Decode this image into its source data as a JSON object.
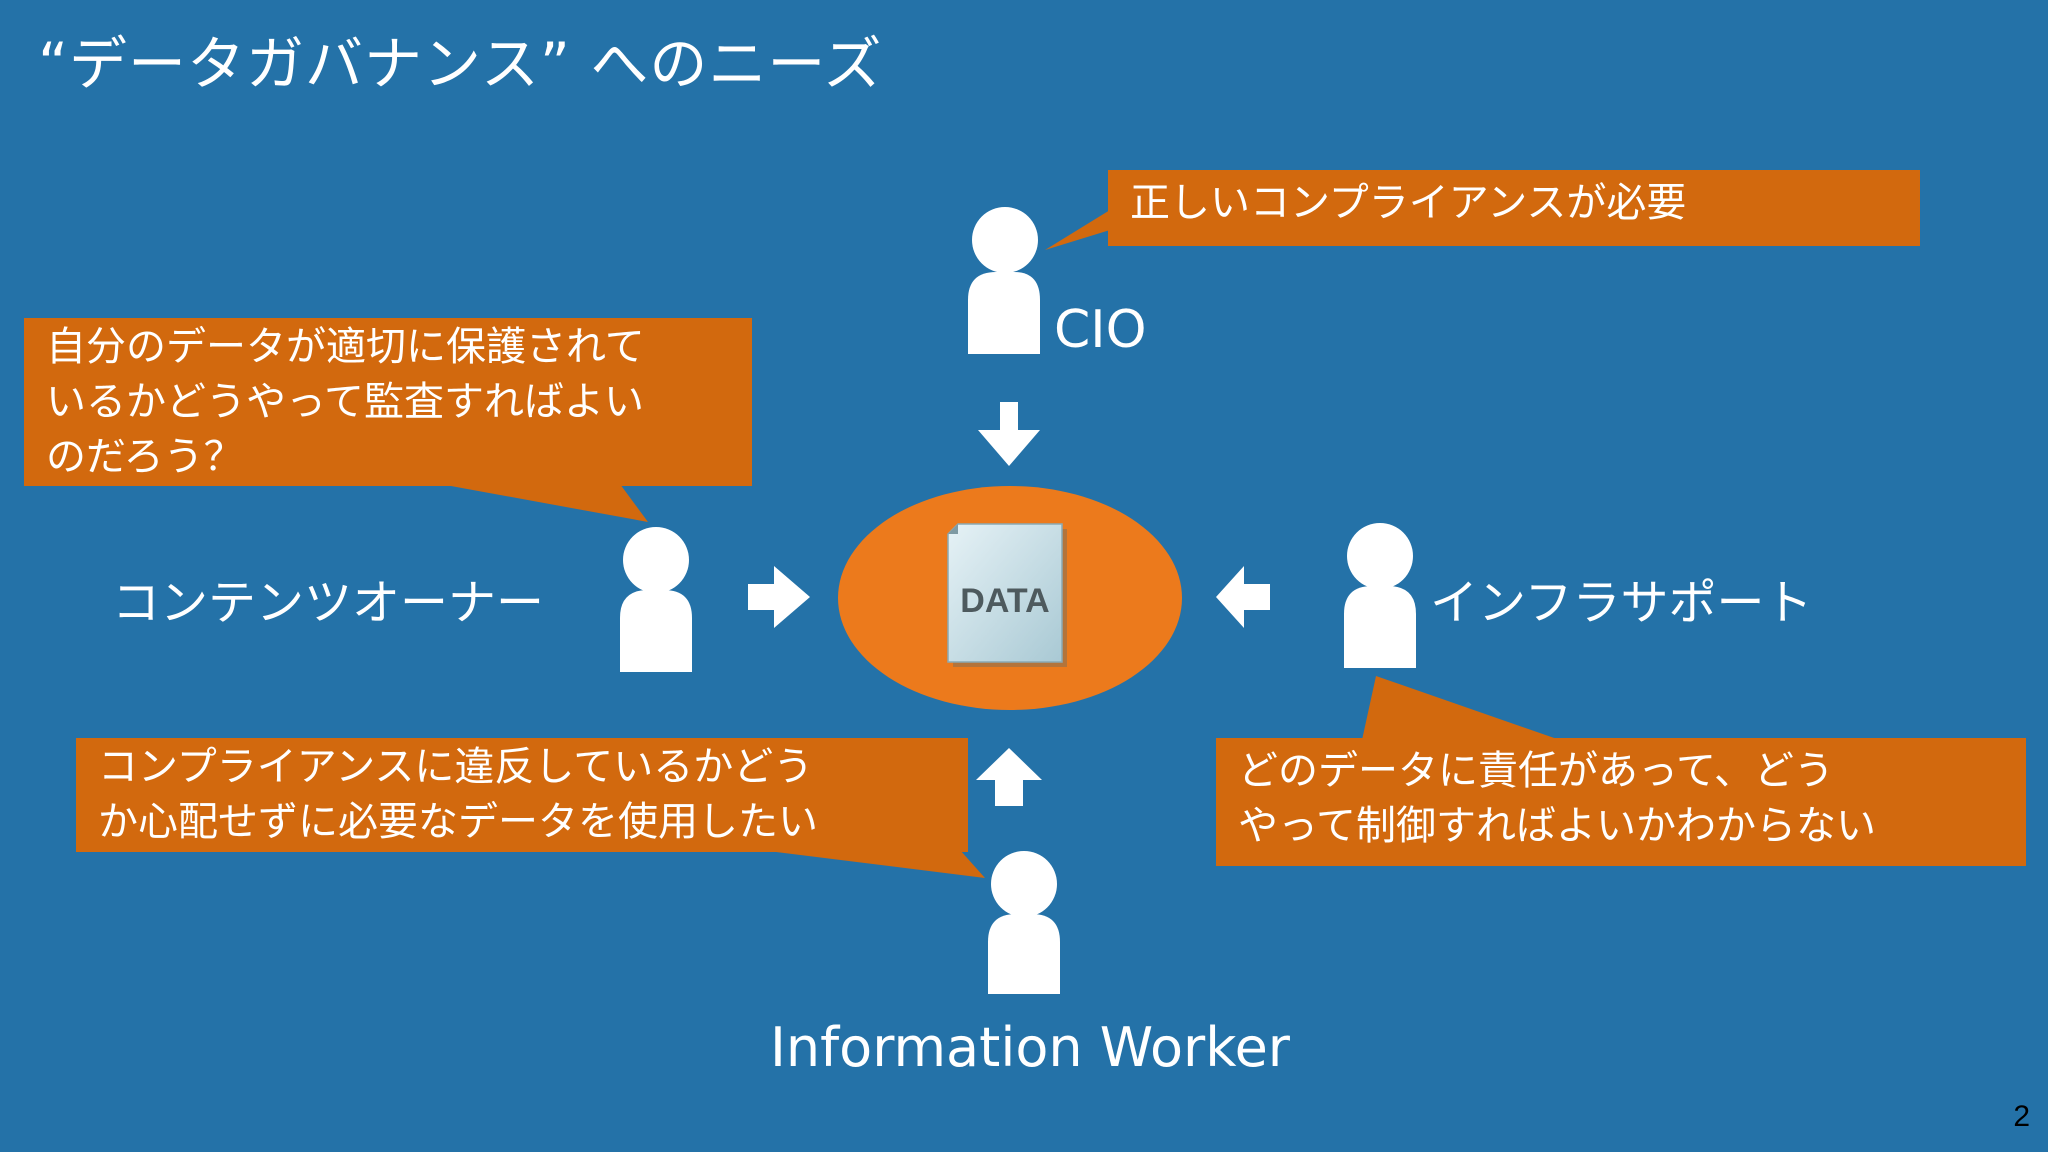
{
  "slide": {
    "title": "“データガバナンス” へのニーズ",
    "page_number": "2"
  },
  "center": {
    "document_label": "DATA"
  },
  "roles": {
    "cio": {
      "label": "CIO",
      "callout": "正しいコンプライアンスが必要"
    },
    "content_owner": {
      "label": "コンテンツオーナー",
      "callout": "自分のデータが適切に保護されて\nいるかどうやって監査すればよい\nのだろう？"
    },
    "infra_support": {
      "label": "インフラサポート",
      "callout": "どのデータに責任があって、どう\nやって制御すればよいかわからない"
    },
    "information_worker": {
      "label": "Information Worker",
      "callout": "コンプライアンスに違反しているかどう\nか心配せずに必要なデータを使用したい"
    }
  },
  "colors": {
    "background": "#2472a8",
    "callout": "#d2690e",
    "ellipse": "#ec7a1c",
    "person": "#ffffff",
    "arrow": "#ffffff"
  },
  "icons": {
    "person": "person-icon",
    "document": "document-icon",
    "arrow": "arrow-icon"
  }
}
